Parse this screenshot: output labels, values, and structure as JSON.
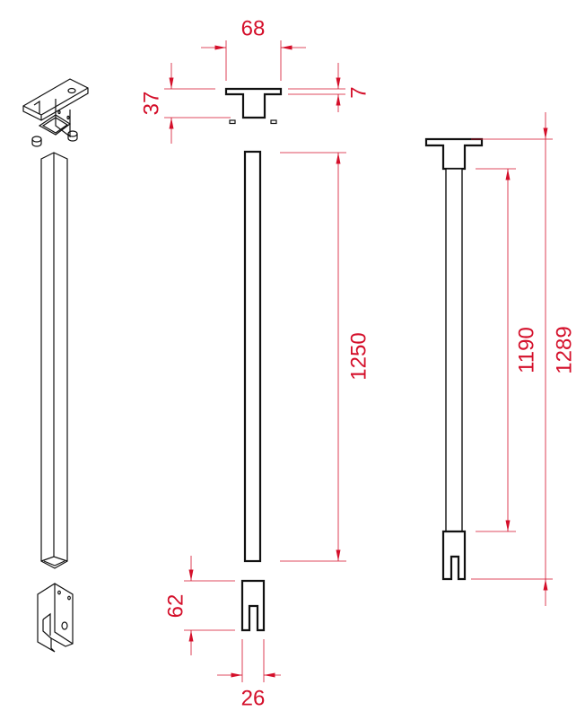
{
  "drawing": {
    "dimensions": {
      "flange_width": "68",
      "head_height": "37",
      "flange_thickness": "7",
      "tube_length": "1250",
      "clip_height": "62",
      "clip_width": "26",
      "inner_length": "1190",
      "overall_length": "1289"
    },
    "colors": {
      "dimension": "#d40f2a",
      "outline": "#111111"
    }
  }
}
